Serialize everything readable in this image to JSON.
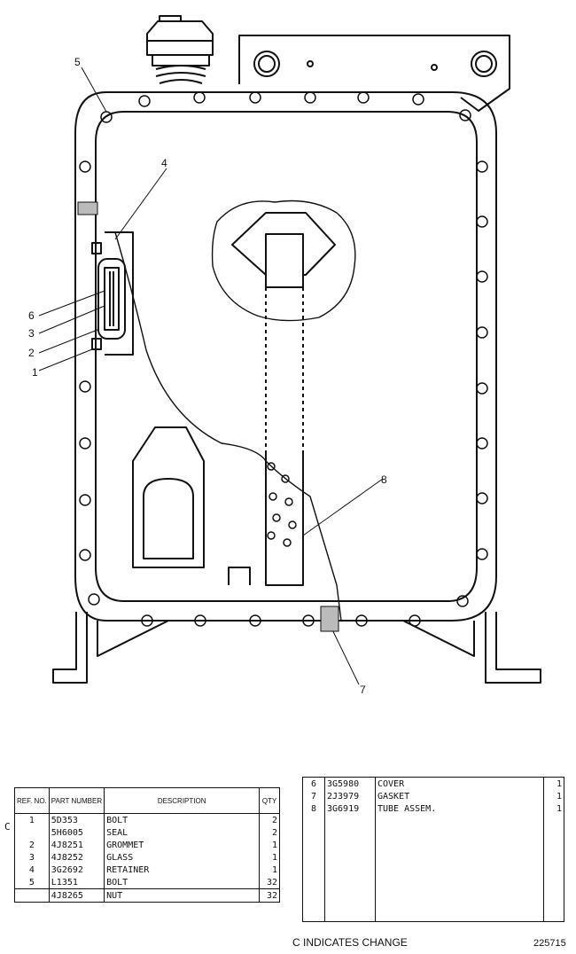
{
  "diagram": {
    "callouts": [
      "5",
      "4",
      "6",
      "3",
      "2",
      "1",
      "8",
      "7"
    ]
  },
  "parts_table_left": {
    "headers": {
      "ref_no": "REF. NO.",
      "part_number": "PART NUMBER",
      "description": "DESCRIPTION",
      "qty": "QTY"
    },
    "rows": [
      {
        "ref": "1",
        "part": "5D353",
        "desc": "BOLT",
        "qty": "2"
      },
      {
        "ref": "",
        "part": "5H6005",
        "desc": "SEAL",
        "qty": "2"
      },
      {
        "ref": "2",
        "part": "4J8251",
        "desc": "GROMMET",
        "qty": "1"
      },
      {
        "ref": "3",
        "part": "4J8252",
        "desc": "GLASS",
        "qty": "1"
      },
      {
        "ref": "4",
        "part": "3G2692",
        "desc": "RETAINER",
        "qty": "1"
      },
      {
        "ref": "5",
        "part": "L1351",
        "desc": "BOLT",
        "qty": "32"
      },
      {
        "ref": "",
        "part": "4J8265",
        "desc": "NUT",
        "qty": "32"
      }
    ]
  },
  "parts_table_right": {
    "rows": [
      {
        "ref": "6",
        "part": "3G5980",
        "desc": "COVER",
        "qty": "1"
      },
      {
        "ref": "7",
        "part": "2J3979",
        "desc": "GASKET",
        "qty": "1"
      },
      {
        "ref": "8",
        "part": "3G6919",
        "desc": "TUBE ASSEM.",
        "qty": "1"
      }
    ]
  },
  "change_marker": "C",
  "footer_note": "C INDICATES CHANGE",
  "figure_number": "225715"
}
